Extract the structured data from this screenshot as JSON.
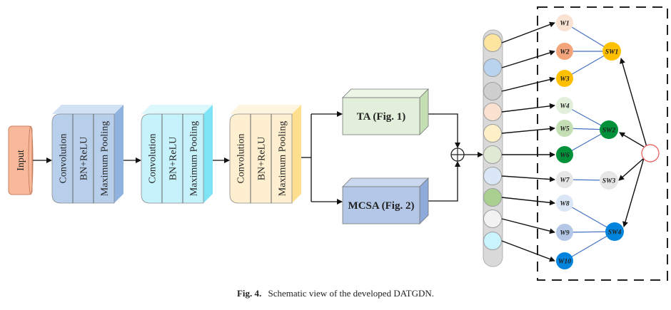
{
  "input": {
    "label": "Input",
    "color": "#f7b99a"
  },
  "conv_blocks": [
    {
      "layers": [
        "Convolution",
        "BN+ReLU",
        "Maximum Pooling"
      ],
      "front": "#b8cfec",
      "top": "#d2e1f4",
      "side": "#8fb2de"
    },
    {
      "layers": [
        "Convolution",
        "BN+ReLU",
        "Maximum Pooling"
      ],
      "front": "#c6f2fb",
      "top": "#dcf8fd",
      "side": "#7ee3f5"
    },
    {
      "layers": [
        "Convolution",
        "BN+ReLU",
        "Maximum Pooling"
      ],
      "front": "#fdefcf",
      "top": "#fef5e0",
      "side": "#fddf8e"
    }
  ],
  "branches": [
    {
      "label": "TA (Fig. 1)",
      "front": "#e2efda",
      "top": "#edf5e7",
      "side": "#c5dfb5"
    },
    {
      "label": "MCSA (Fig. 2)",
      "front": "#b4c7e7",
      "top": "#cad8ef",
      "side": "#8eaadb"
    }
  ],
  "sum_symbol": "⊕",
  "feature_nodes": [
    "#fde5a0",
    "#b9d2ee",
    "#cfcfcf",
    "#fbe1cf",
    "#fff0c8",
    "#dfe9d3",
    "#dbe7f6",
    "#a9d08e",
    "#f2f2f2",
    "#c9f3fd"
  ],
  "weights": [
    {
      "label": "W1",
      "color": "#fbe3d4",
      "group": 0
    },
    {
      "label": "W2",
      "color": "#f4a47a",
      "group": 0
    },
    {
      "label": "W3",
      "color": "#ffc000",
      "group": 0
    },
    {
      "label": "W4",
      "color": "#e2efda",
      "group": 1
    },
    {
      "label": "W5",
      "color": "#c5dfb5",
      "group": 1
    },
    {
      "label": "W6",
      "color": "#00913a",
      "group": 1
    },
    {
      "label": "W7",
      "color": "#e6e6e6",
      "group": 2
    },
    {
      "label": "W8",
      "color": "#dbe7f6",
      "group": 3
    },
    {
      "label": "W9",
      "color": "#b4c7e7",
      "group": 3
    },
    {
      "label": "W10",
      "color": "#0084dd",
      "group": 3
    }
  ],
  "shared_weights": [
    {
      "label": "SW1",
      "color": "#ffc000"
    },
    {
      "label": "SW2",
      "color": "#00913a"
    },
    {
      "label": "SW3",
      "color": "#e6e6e6"
    },
    {
      "label": "SW4",
      "color": "#0084dd"
    }
  ],
  "source_node": {
    "stroke": "#ee5555"
  },
  "colors": {
    "edge": "#111111",
    "link": "#4472c4",
    "dashed": "#222222"
  },
  "caption": {
    "prefix": "Fig. 4.",
    "text": "Schematic view of the developed DATGDN."
  }
}
